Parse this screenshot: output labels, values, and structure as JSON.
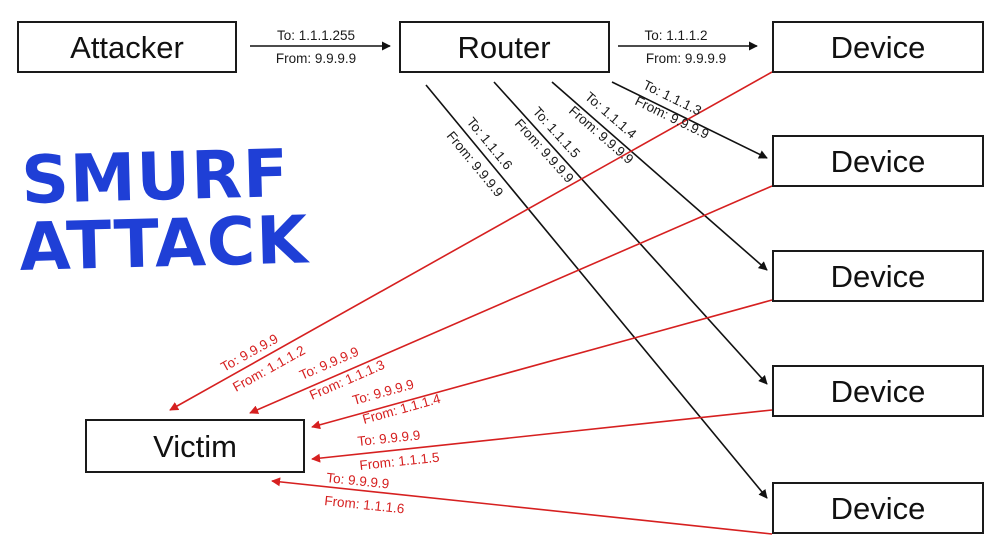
{
  "colors": {
    "request": "#111111",
    "reply": "#d62020",
    "title": "#1f3fd6"
  },
  "title": {
    "line1": "SMURF",
    "line2": "ATTACK"
  },
  "nodes": {
    "attacker": "Attacker",
    "router": "Router",
    "device1": "Device",
    "device2": "Device",
    "device3": "Device",
    "device4": "Device",
    "device5": "Device",
    "victim": "Victim"
  },
  "edges": {
    "broadcast": {
      "to": "To: 1.1.1.255",
      "from": "From: 9.9.9.9"
    },
    "req1": {
      "to": "To: 1.1.1.2",
      "from": "From: 9.9.9.9"
    },
    "req2": {
      "to": "To: 1.1.1.3",
      "from": "From: 9.9.9.9"
    },
    "req3": {
      "to": "To: 1.1.1.4",
      "from": "From: 9.9.9.9"
    },
    "req4": {
      "to": "To: 1.1.1.5",
      "from": "From: 9.9.9.9"
    },
    "req5": {
      "to": "To: 1.1.1.6",
      "from": "From: 9.9.9.9"
    },
    "rep1": {
      "to": "To: 9.9.9.9",
      "from": "From: 1.1.1.2"
    },
    "rep2": {
      "to": "To: 9.9.9.9",
      "from": "From: 1.1.1.3"
    },
    "rep3": {
      "to": "To: 9.9.9.9",
      "from": "From: 1.1.1.4"
    },
    "rep4": {
      "to": "To: 9.9.9.9",
      "from": "From: 1.1.1.5"
    },
    "rep5": {
      "to": "To: 9.9.9.9",
      "from": "From: 1.1.1.6"
    }
  }
}
